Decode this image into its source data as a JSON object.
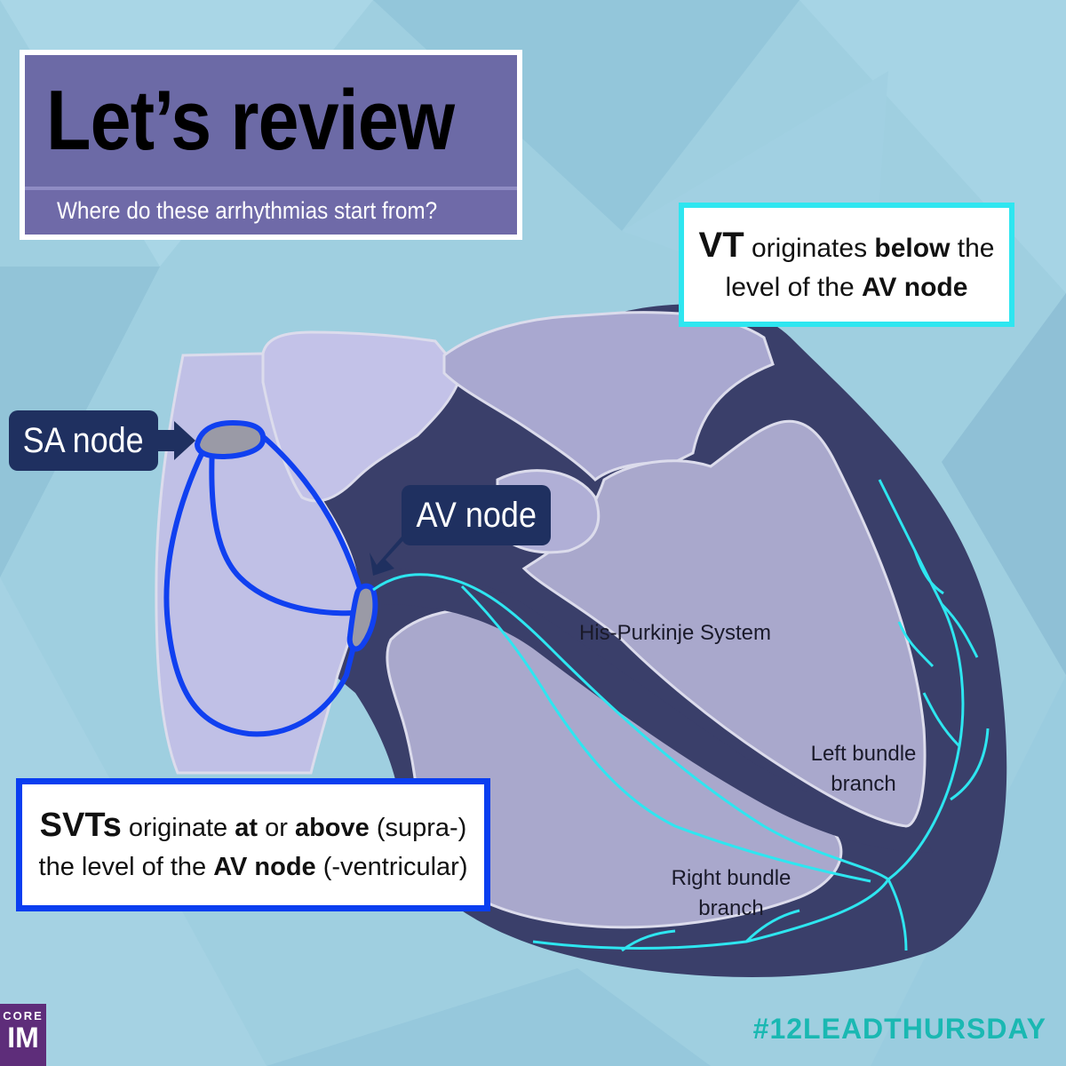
{
  "title": "Let’s review",
  "subtitle": "Where do these arrhythmias start from?",
  "vt_box": {
    "abbr": "VT",
    "line1_mid": " originates ",
    "line1_bold": "below",
    "line1_end": " the",
    "line2_start": "level of the ",
    "line2_bold": "AV node"
  },
  "svt_box": {
    "abbr": "SVTs",
    "l1_a": " originate ",
    "l1_bold1": "at",
    "l1_b": " or ",
    "l1_bold2": "above",
    "l1_c": " (supra-)",
    "l2_a": "the level of the ",
    "l2_bold": "AV node",
    "l2_b": " (-ventricular)"
  },
  "callouts": {
    "sa_node": "SA node",
    "av_node": "AV node"
  },
  "labels": {
    "his_purkinje": "His-Purkinje System",
    "left_bundle_1": "Left bundle",
    "left_bundle_2": "branch",
    "right_bundle_1": "Right bundle",
    "right_bundle_2": "branch"
  },
  "logo": {
    "top": "CORE",
    "bottom": "IM"
  },
  "hashtag": "#12LEADTHURSDAY",
  "colors": {
    "background": "#9fcfe0",
    "title_box": "#6c6aa6",
    "vt_border": "#2ee6f0",
    "svt_border": "#0a3ef0",
    "callout": "#1f3060",
    "conduction_blue": "#1040f0",
    "purkinje_cyan": "#2ee6f0",
    "heart_outer": "#3a3f6a",
    "heart_chamber": "#a8a8cc",
    "logo_purple": "#5e2d7a",
    "hashtag": "#1ab8b2"
  }
}
